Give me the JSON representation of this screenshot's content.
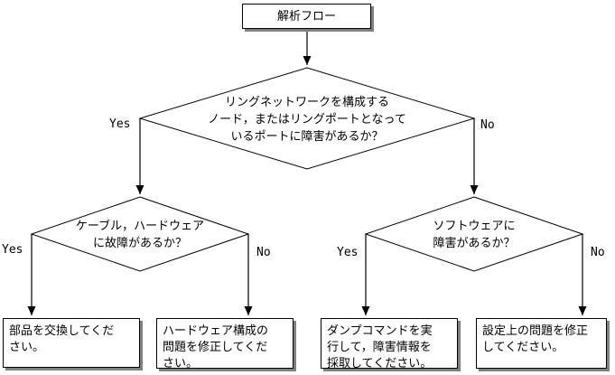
{
  "flowchart": {
    "start_label": "解析フロー",
    "decisions": [
      {
        "id": "ring-network-fault",
        "text": "リングネットワークを構成する\nノード，またはリングポートとなって\nいるポートに障害があるか？",
        "yes_label": "Yes",
        "no_label": "No"
      },
      {
        "id": "cable-hardware-fault",
        "text": "ケーブル，ハードウェア\nに故障があるか？",
        "yes_label": "Yes",
        "no_label": "No"
      },
      {
        "id": "software-fault",
        "text": "ソフトウェアに\n障害があるか？",
        "yes_label": "Yes",
        "no_label": "No"
      }
    ],
    "actions": [
      {
        "id": "replace-part",
        "text": "部品を交換してくだ\nさい。"
      },
      {
        "id": "fix-hardware-config",
        "text": "ハードウェア構成の\n問題を修正してくだ\nさい。"
      },
      {
        "id": "run-dump-command",
        "text": "ダンプコマンドを実\n行して，障害情報を\n採取してください。"
      },
      {
        "id": "fix-config-problem",
        "text": "設定上の問題を修正\nしてください。"
      }
    ],
    "colors": {
      "line": "#000000",
      "box_fill": "#ffffff",
      "shadow": "#808080"
    }
  }
}
